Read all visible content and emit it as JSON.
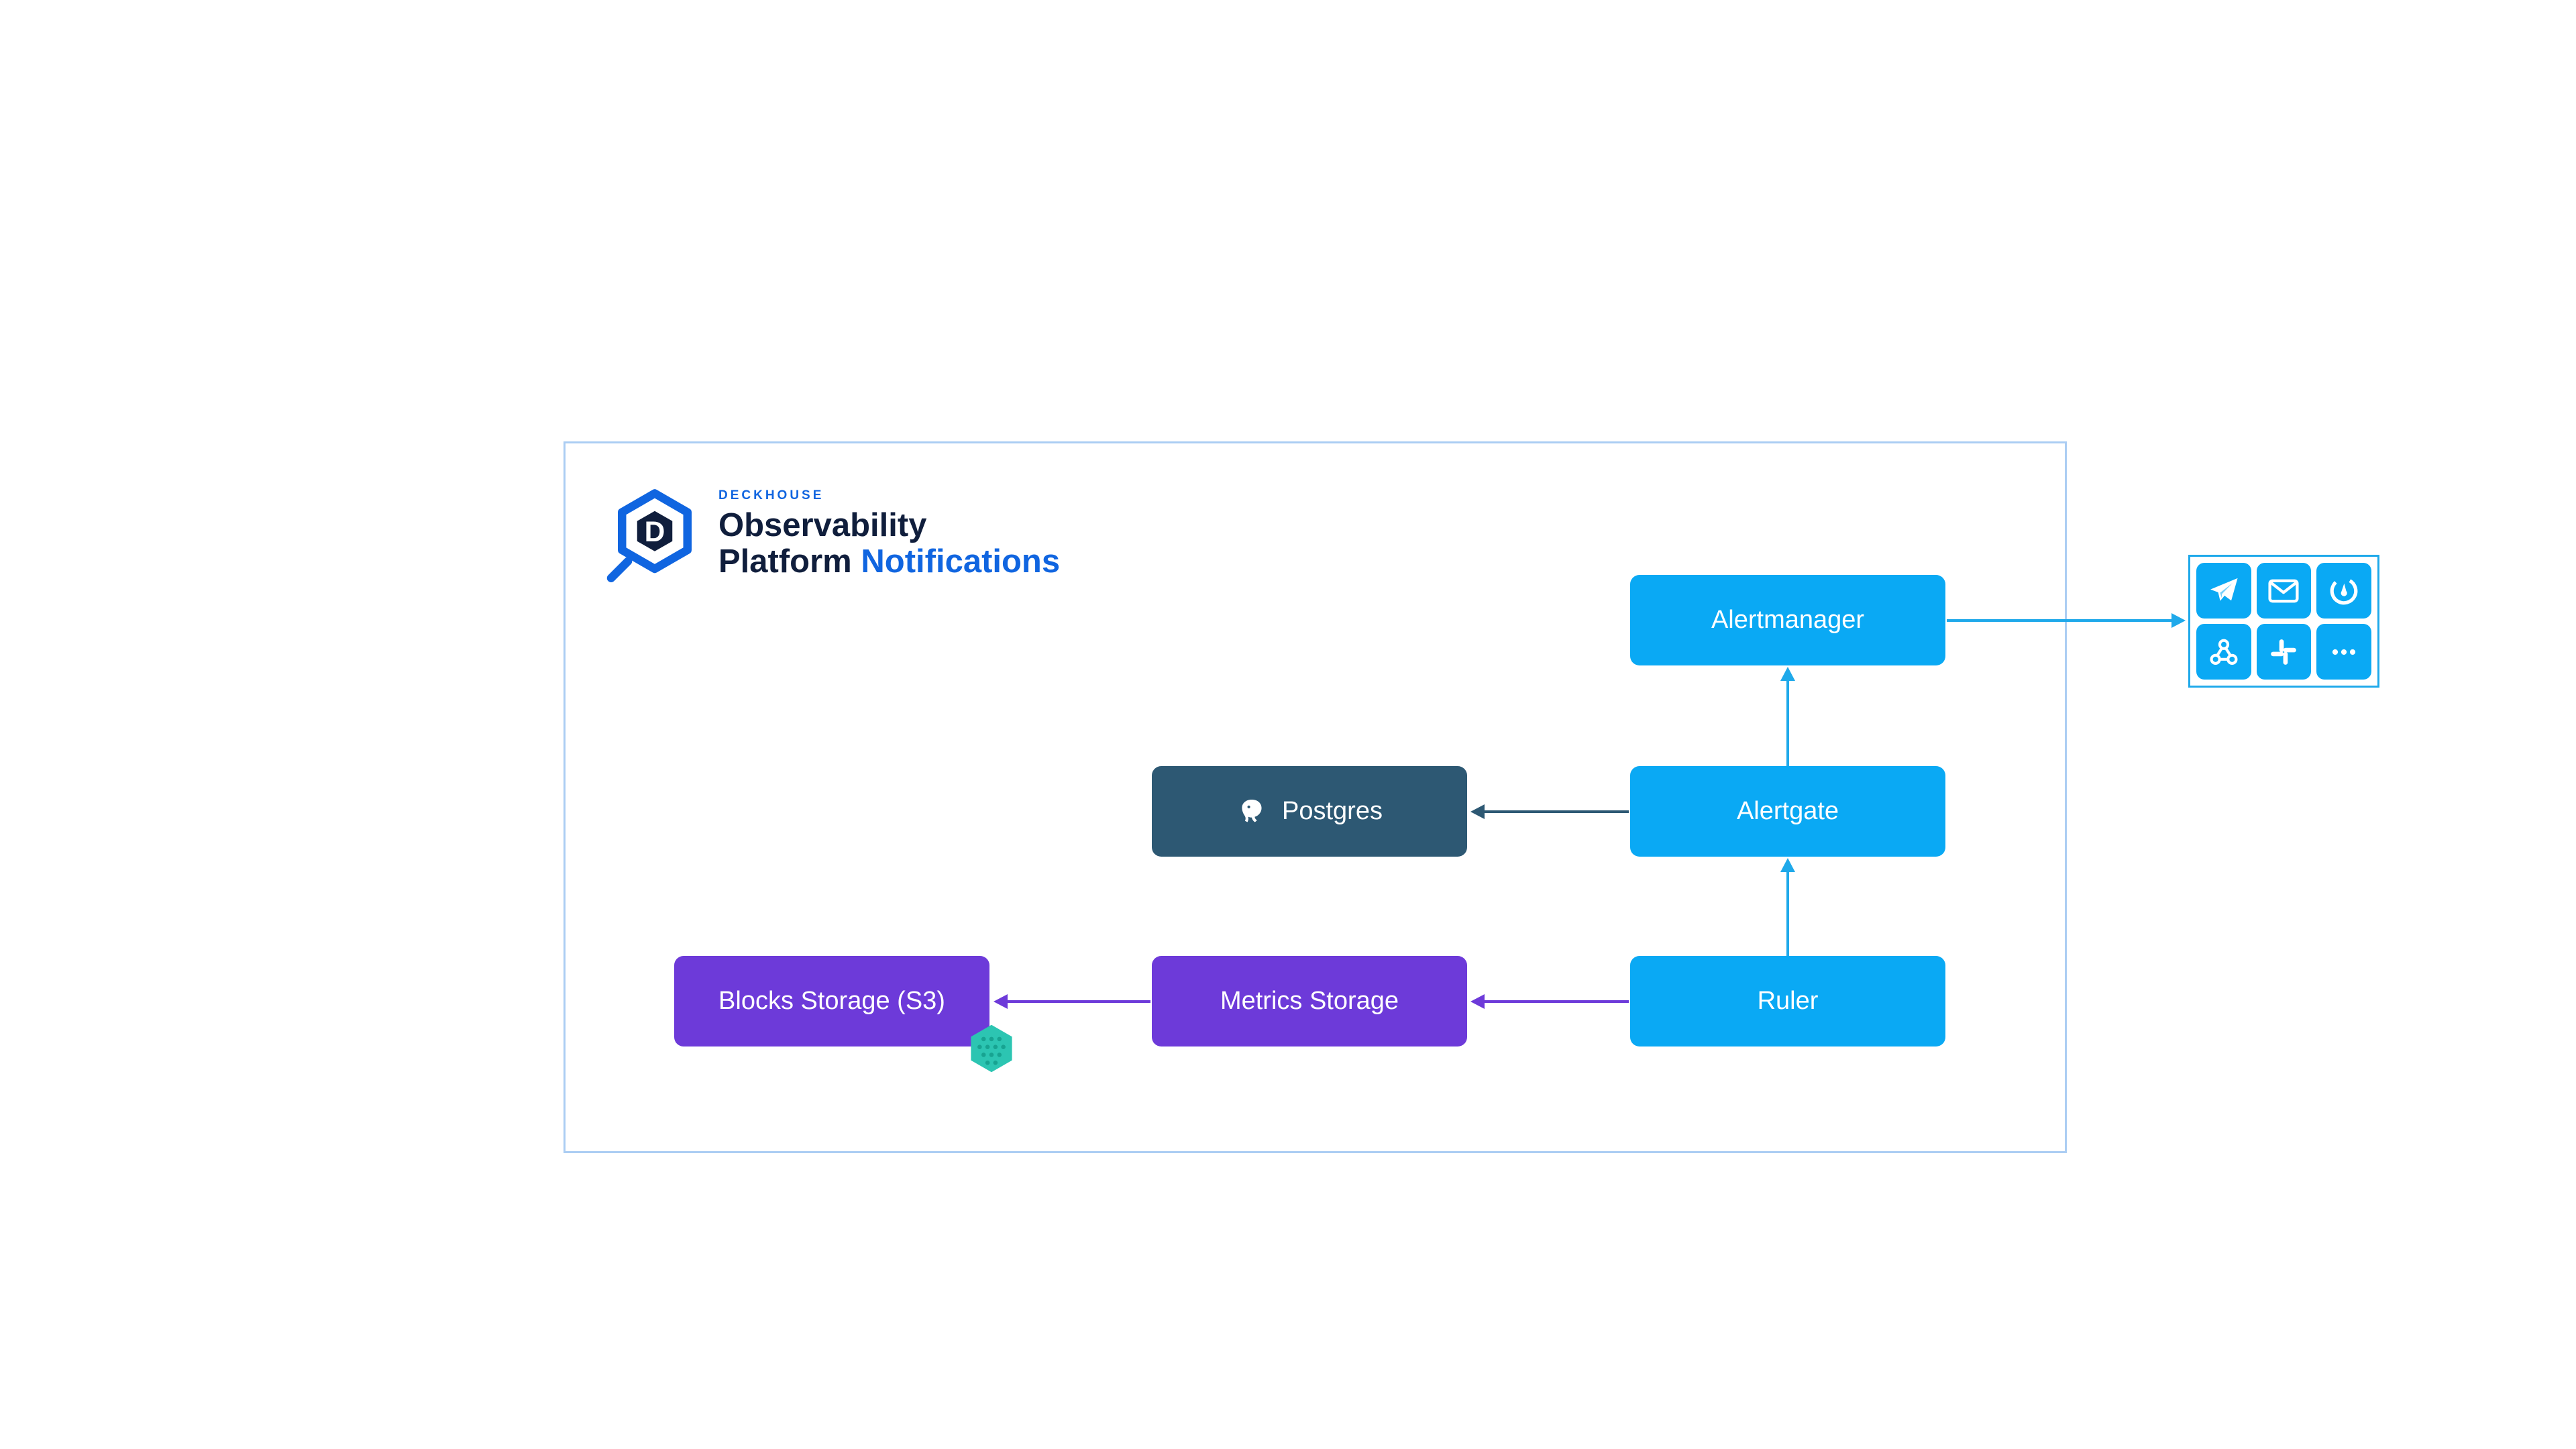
{
  "logo": {
    "brand": "DECKHOUSE",
    "mark_letter": "D",
    "title_line1": "Observability",
    "title_line2": "Platform",
    "title_accent": "Notifications",
    "brand_color": "#1065e0",
    "title_color": "#101e3c"
  },
  "nodes": {
    "alertmanager": {
      "label": "Alertmanager",
      "color": "#0aa9f4"
    },
    "alertgate": {
      "label": "Alertgate",
      "color": "#0aa9f4"
    },
    "ruler": {
      "label": "Ruler",
      "color": "#0aa9f4"
    },
    "postgres": {
      "label": "Postgres",
      "color": "#2d5873",
      "icon": "postgres-elephant"
    },
    "metrics_storage": {
      "label": "Metrics Storage",
      "color": "#6d3ad9"
    },
    "blocks_storage": {
      "label": "Blocks Storage (S3)",
      "color": "#6d3ad9",
      "badge_icon": "teal-hexagon-s3"
    }
  },
  "edges": [
    {
      "from": "alertgate",
      "to": "alertmanager",
      "direction": "up",
      "color": "#1fa9ea"
    },
    {
      "from": "ruler",
      "to": "alertgate",
      "direction": "up",
      "color": "#1fa9ea"
    },
    {
      "from": "alertmanager",
      "to": "notification_channels",
      "direction": "right",
      "color": "#1fa9ea"
    },
    {
      "from": "alertgate",
      "to": "postgres",
      "direction": "left",
      "color": "#2d5873"
    },
    {
      "from": "ruler",
      "to": "metrics_storage",
      "direction": "left",
      "color": "#6d3ad9"
    },
    {
      "from": "metrics_storage",
      "to": "blocks_storage",
      "direction": "left",
      "color": "#6d3ad9"
    }
  ],
  "notification_channels": {
    "tile_color": "#0aa9f4",
    "icons": [
      "telegram",
      "email",
      "mattermost",
      "webhook",
      "slack",
      "more"
    ]
  },
  "colors": {
    "frame_border": "#abcdf3",
    "panel_border": "#1fa9ea",
    "badge_teal": "#2cc5b2",
    "background": "#ffffff"
  }
}
